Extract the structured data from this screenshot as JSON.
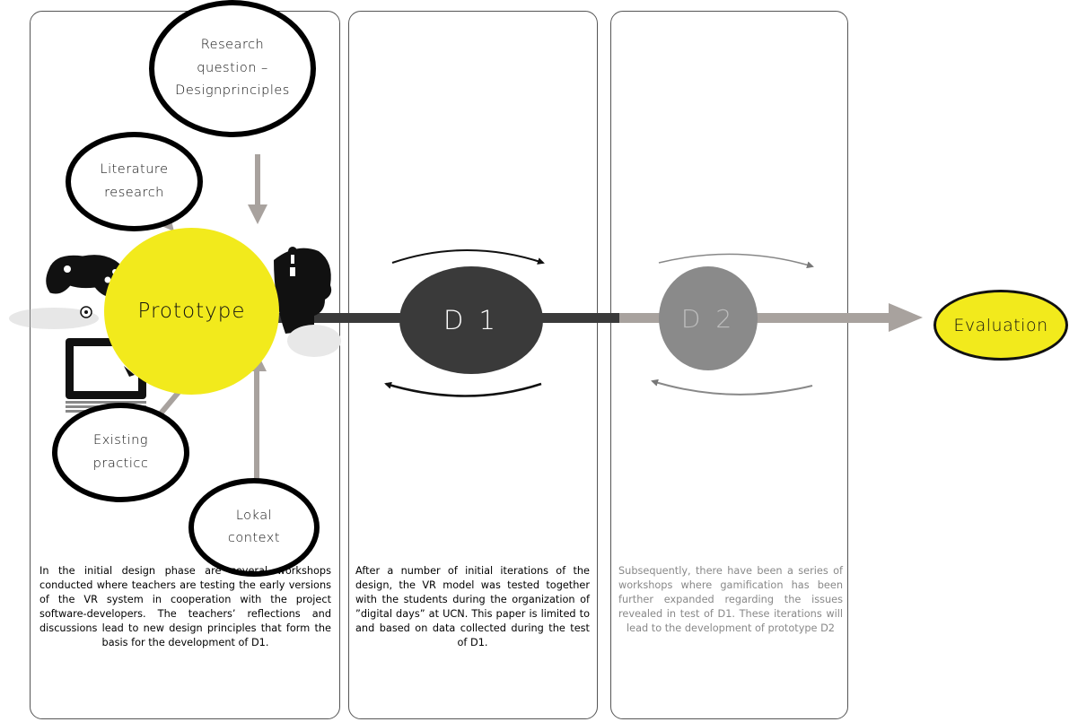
{
  "panels": [
    {
      "description": "In the initial design phase are several workshops conducted where teachers are testing the early versions of the VR system in cooperation with the project software-developers. The teachers’ reflections and discussions lead to new design principles that form the basis for the development of D1."
    },
    {
      "description": "After a number of initial iterations of the design, the VR model was tested together with the students during the organization of ”digital days” at UCN. This paper is limited to and based on data collected during the test of D1."
    },
    {
      "description": "Subsequently, there have been a series of workshops where gamification has been further expanded regarding the issues revealed in test of D1. These iterations will lead to the development of prototype D2"
    }
  ],
  "inputs": {
    "research_question": [
      "Research",
      "question –",
      "Designprinciples"
    ],
    "literature": [
      "Literature",
      "research"
    ],
    "existing": [
      "Existing",
      "practicc"
    ],
    "lokal": [
      "Lokal",
      "context"
    ]
  },
  "nodes": {
    "prototype": "Prototype",
    "d1": "D 1",
    "d2": "D 2",
    "evaluation": "Evaluation"
  },
  "colors": {
    "prototype": "#f2ea1c",
    "evaluation": "#f2ea1c",
    "d1": "#3a3a3a",
    "d2": "#8a8a8a",
    "input_arrow": "#a8a29e"
  }
}
